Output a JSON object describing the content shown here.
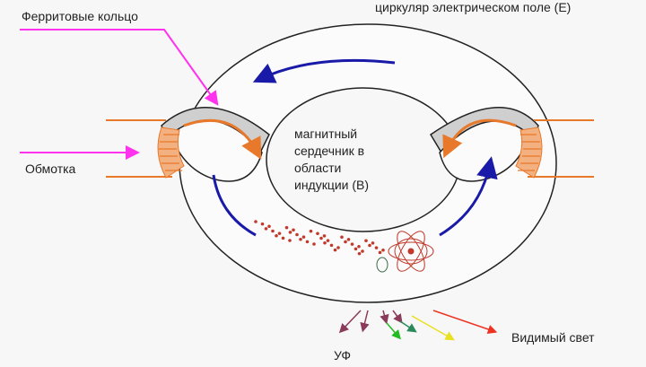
{
  "labels": {
    "ferrite_ring": "Ферритовые кольцо",
    "electric_field": "циркуляр электрическом поле (E)",
    "winding": "Обмотка",
    "core_lines": [
      "магнитный",
      "сердечник в",
      "области",
      "индукции (B)"
    ],
    "visible_light": "Видимый свет",
    "uv": "УФ"
  },
  "colors": {
    "pointer": "#ff33ee",
    "winding": "#e8782a",
    "field_arrow": "#1a1aa8",
    "particles": "#c0392b"
  }
}
